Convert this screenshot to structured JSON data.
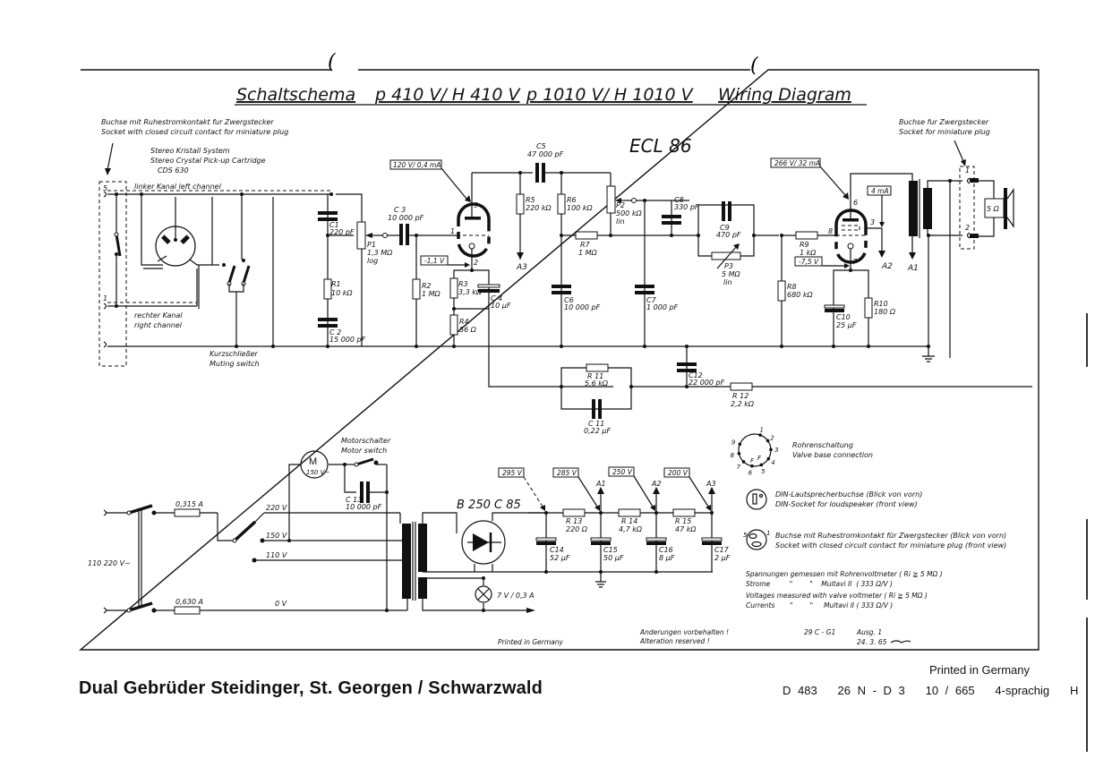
{
  "title": {
    "german": "Schaltschema",
    "models_a": "p 410 V/ H 410 V",
    "models_b": "p 1010 V/ H 1010 V",
    "english": "Wiring Diagram"
  },
  "tube_label": "ECL 86",
  "input_socket": {
    "note_de": "Buchse mit Ruhestromkontakt fur Zwergstecker",
    "note_en": "Socket with closed circuit contact for miniature plug",
    "pin_top": "5",
    "pin_bottom": "1"
  },
  "cartridge": {
    "line1": "Stereo Kristall System",
    "line2": "Stereo Crystal Pick-up Cartridge",
    "line3": "CDS 630"
  },
  "channels": {
    "left": "linker Kanal    left channel",
    "right_de": "rechter Kanal",
    "right_en": "right channel"
  },
  "muting": {
    "de": "Kurzschließer",
    "en": "Muting switch"
  },
  "output_socket": {
    "note_de": "Buchse fur Zwergstecker",
    "note_en": "Socket for miniature plug",
    "pin1": "1",
    "pin2": "2",
    "speaker": "5 Ω"
  },
  "components": {
    "C1": {
      "ref": "C1",
      "value": "220 pF"
    },
    "C2": {
      "ref": "C 2",
      "value": "15 000 pF"
    },
    "R1": {
      "ref": "R1",
      "value": "10 kΩ"
    },
    "P1": {
      "ref": "P1",
      "value": "1,3 MΩ",
      "taper": "log"
    },
    "C3": {
      "ref": "C 3",
      "value": "10 000 pF"
    },
    "R2": {
      "ref": "R2",
      "value": "1 MΩ"
    },
    "R3": {
      "ref": "R3",
      "value": "3,3 kΩ"
    },
    "R4": {
      "ref": "R4",
      "value": "56 Ω"
    },
    "C4": {
      "ref": "C 4",
      "value": "10 µF"
    },
    "C5": {
      "ref": "C5",
      "value": "47 000 pF"
    },
    "R5": {
      "ref": "R5",
      "value": "220 kΩ"
    },
    "R6": {
      "ref": "R6",
      "value": "100 kΩ"
    },
    "P2": {
      "ref": "P2",
      "value": "500 kΩ",
      "taper": "lin"
    },
    "R7": {
      "ref": "R7",
      "value": "1 MΩ"
    },
    "C6": {
      "ref": "C6",
      "value": "10 000 pF"
    },
    "C7": {
      "ref": "C7",
      "value": "1 000 pF"
    },
    "C8": {
      "ref": "C8",
      "value": "330 pF"
    },
    "C9": {
      "ref": "C9",
      "value": "470 pF"
    },
    "P3": {
      "ref": "P3",
      "value": "5 MΩ",
      "taper": "lin"
    },
    "R8": {
      "ref": "R8",
      "value": "680 kΩ"
    },
    "R9": {
      "ref": "R9",
      "value": "1 kΩ"
    },
    "C10": {
      "ref": "C10",
      "value": "25 µF"
    },
    "R10": {
      "ref": "R10",
      "value": "180 Ω"
    },
    "R11": {
      "ref": "R 11",
      "value": "5,6 kΩ"
    },
    "C11": {
      "ref": "C 11",
      "value": "0,22 µF"
    },
    "C12": {
      "ref": "C12",
      "value": "22 000 pF"
    },
    "R12": {
      "ref": "R 12",
      "value": "2,2 kΩ"
    },
    "C13": {
      "ref": "C 13",
      "value": "10 000 pF"
    },
    "R13": {
      "ref": "R 13",
      "value": "220 Ω"
    },
    "R14": {
      "ref": "R 14",
      "value": "4,7 kΩ"
    },
    "R15": {
      "ref": "R 15",
      "value": "47 kΩ"
    },
    "C14": {
      "ref": "C14",
      "value": "52 µF"
    },
    "C15": {
      "ref": "C15",
      "value": "50 µF"
    },
    "C16": {
      "ref": "C16",
      "value": "8 µF"
    },
    "C17": {
      "ref": "C17",
      "value": "2 µF"
    }
  },
  "measurements": {
    "triode_anode": "120 V/ 0,4 mA",
    "triode_cathode": "-1,1 V",
    "pentode_anode": "266 V/ 32 mA",
    "pentode_screen": "4 mA",
    "pentode_cathode": "-7,5 V",
    "v295": "295 V",
    "v285": "285 V",
    "v250": "250 V",
    "v200": "200 V"
  },
  "pins": {
    "triode_anode": "9",
    "triode_grid": "1",
    "triode_cathode": "2",
    "pentode_anode": "6",
    "pentode_screen": "3",
    "pentode_grid": "8",
    "pentode_cathode": "7"
  },
  "nodes": {
    "A1": "A1",
    "A2": "A2",
    "A3": "A3"
  },
  "power": {
    "mains": "110   220 V~",
    "fuse1": "0,315 A",
    "fuse2": "0,630 A",
    "tap220": "220 V",
    "tap150": "150 V",
    "tap110": "110 V",
    "tap0": "0 V",
    "motor": "M",
    "motor_rating": "150 V~",
    "motor_switch_de": "Motorschalter",
    "motor_switch_en": "Motor switch",
    "rectifier": "B 250  C 85",
    "lamp": "7 V / 0,3 A"
  },
  "legend": {
    "valve_de": "Rohrenschaltung",
    "valve_en": "Valve base connection",
    "valve_pins": [
      "1",
      "2",
      "3",
      "4",
      "5",
      "6",
      "7",
      "8",
      "9"
    ],
    "valve_f": "F",
    "din_de": "DIN-Lautsprecherbuchse (Blick von vorn)",
    "din_en": "DIN-Socket for loudspeaker (front view)",
    "socket_de": "Buchse mit Ruhestromkontakt für Zwergstecker (Blick von vorn)",
    "socket_en": "Socket with closed circuit contact for miniature plug (front view)",
    "socket_pin5": "5",
    "socket_pin1": "1",
    "meas1": "Spannungen gemessen mit Rohrenvoltmeter ( Ri ≧ 5 MΩ )",
    "meas2": "Strome         \"        \"    Multavi II  ( 333 Ω/V )",
    "meas3": "Voltages measured with valve voltmeter ( Ri ≧ 5 MΩ )",
    "meas4": "Currents       \"        \"     Multavi II ( 333 Ω/V )"
  },
  "titleblock": {
    "printed_small": "Printed in Germany",
    "changes_de": "Anderungen vorbehalten !",
    "changes_en": "Alteration reserved !",
    "code": "29 C - G1",
    "issue": "Ausg. 1",
    "date": "24. 3. 65"
  },
  "footer": {
    "company": "Dual Gebrüder Steidinger, St. Georgen / Schwarzwald",
    "printed": "Printed in Germany",
    "doc_code": "D 483   26 N - D 3   10 / 665   4-sprachig   H"
  }
}
